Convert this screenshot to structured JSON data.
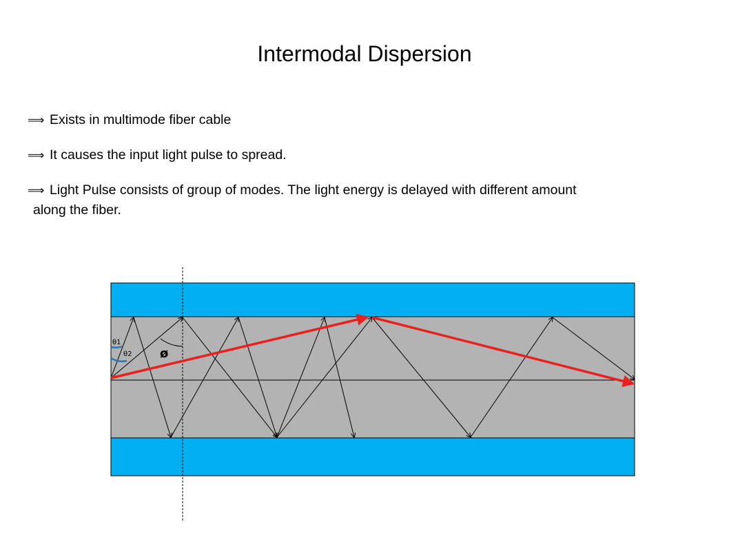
{
  "slide": {
    "title": "Intermodal Dispersion",
    "bullets": [
      {
        "text": "Exists in multimode fiber cable"
      },
      {
        "text": "It causes the input light pulse to spread."
      },
      {
        "text": "Light Pulse consists of group of modes. The light energy is delayed with different amount",
        "cont": "along the fiber."
      }
    ]
  },
  "diagram": {
    "labels": {
      "theta1": "θ1",
      "theta2": "θ2",
      "phi": "ø"
    },
    "colors": {
      "cladding": "#00B0F0",
      "core": "#B3B3B3",
      "ray": "#000000",
      "highlight_ray": "#E8201E",
      "angle_arc": "#2E75B6"
    }
  }
}
